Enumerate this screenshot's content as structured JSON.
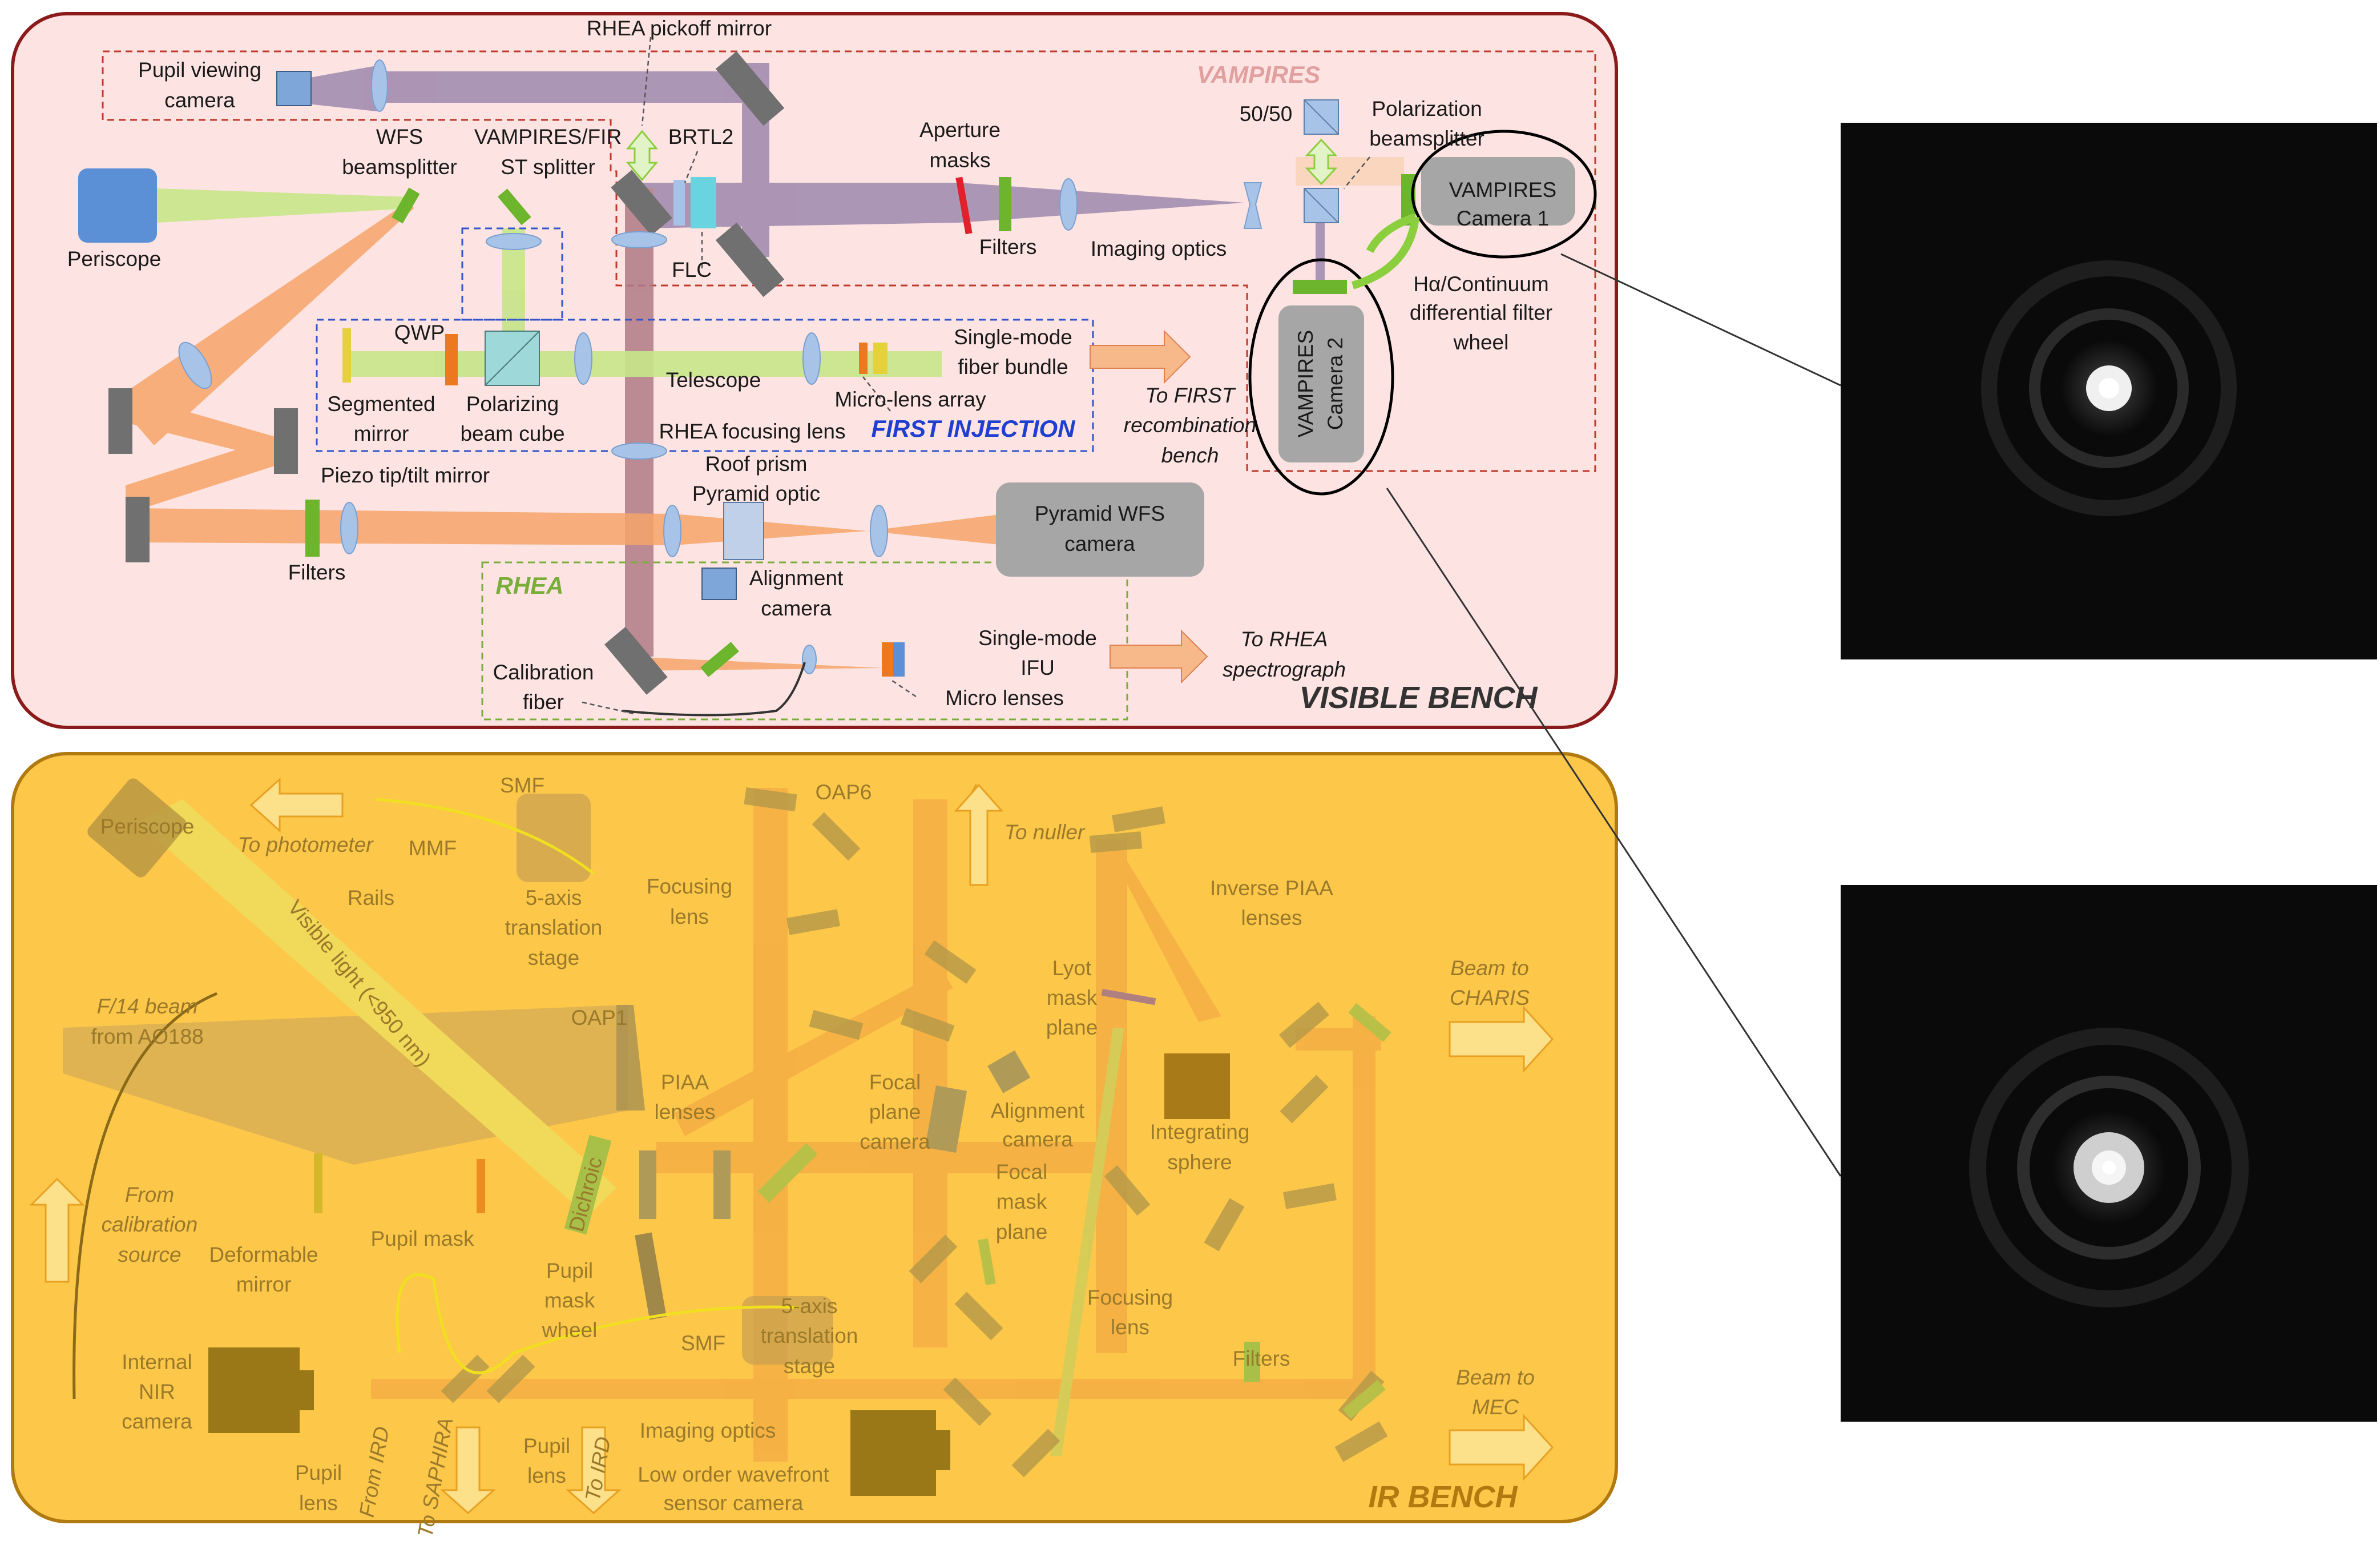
{
  "visible_bench": {
    "title": "VISIBLE BENCH",
    "sections": {
      "vampires": "VAMPIRES",
      "first_injection": "FIRST INJECTION",
      "rhea": "RHEA"
    },
    "labels": {
      "rhea_pickoff": "RHEA pickoff mirror",
      "pupil_cam_1": "Pupil viewing",
      "pupil_cam_2": "camera",
      "wfs_bs_1": "WFS",
      "wfs_bs_2": "beamsplitter",
      "vamp_fir_1": "VAMPIRES/FIR",
      "vamp_fir_2": "ST splitter",
      "brtl2": "BRTL2",
      "flc": "FLC",
      "aperture_1": "Aperture",
      "aperture_2": "masks",
      "filters_top": "Filters",
      "imaging_optics": "Imaging optics",
      "fifty": "50/50",
      "pol_bs_1": "Polarization",
      "pol_bs_2": "beamsplitter",
      "vcam1_1": "VAMPIRES",
      "vcam1_2": "Camera 1",
      "vcam2_1": "VAMPIRES",
      "vcam2_2": "Camera 2",
      "halpha_1": "Hα/Continuum",
      "halpha_2": "differential filter",
      "halpha_3": "wheel",
      "periscope": "Periscope",
      "qwp": "QWP",
      "seg_1": "Segmented",
      "seg_2": "mirror",
      "pbc_1": "Polarizing",
      "pbc_2": "beam cube",
      "telescope": "Telescope",
      "mla": "Micro-lens array",
      "smf_bundle_1": "Single-mode",
      "smf_bundle_2": "fiber bundle",
      "to_first_1": "To FIRST",
      "to_first_2": "recombination",
      "to_first_3": "bench",
      "rhea_focus": "RHEA focusing lens",
      "roof_1": "Roof prism",
      "roof_2": "Pyramid optic",
      "piezo": "Piezo tip/tilt mirror",
      "pwfs_1": "Pyramid WFS",
      "pwfs_2": "camera",
      "filters_left": "Filters",
      "align_1": "Alignment",
      "align_2": "camera",
      "calib_1": "Calibration",
      "calib_2": "fiber",
      "ifu_1": "Single-mode",
      "ifu_2": "IFU",
      "microlenses": "Micro lenses",
      "to_rhea_1": "To RHEA",
      "to_rhea_2": "spectrograph"
    }
  },
  "ir_bench": {
    "title": "IR BENCH",
    "labels": {
      "periscope": "Periscope",
      "to_photometer": "To photometer",
      "smf_top": "SMF",
      "mmf": "MMF",
      "rails": "Rails",
      "fivex_1": "5-axis",
      "fivex_2": "translation",
      "fivex_3": "stage",
      "focus_1": "Focusing",
      "focus_2": "lens",
      "oap6": "OAP6",
      "to_nuller": "To nuller",
      "inv_piaa_1": "Inverse PIAA",
      "inv_piaa_2": "lenses",
      "visible_light": "Visible light (<950 nm)",
      "f14_1": "F/14 beam",
      "f14_2": "from AO188",
      "oap1": "OAP1",
      "lyot_1": "Lyot",
      "lyot_2": "mask",
      "lyot_3": "plane",
      "charis_1": "Beam to",
      "charis_2": "CHARIS",
      "piaa_1": "PIAA",
      "piaa_2": "lenses",
      "fpc_1": "Focal",
      "fpc_2": "plane",
      "fpc_3": "camera",
      "align_1": "Alignment",
      "align_2": "camera",
      "integ_1": "Integrating",
      "integ_2": "sphere",
      "calsrc_1": "From",
      "calsrc_2": "calibration",
      "calsrc_3": "source",
      "dm_1": "Deformable",
      "dm_2": "mirror",
      "pupil_mask": "Pupil mask",
      "dichroic": "Dichroic",
      "fmp_1": "Focal",
      "fmp_2": "mask",
      "fmp_3": "plane",
      "pmw_1": "Pupil",
      "pmw_2": "mask",
      "pmw_3": "wheel",
      "focus2_1": "Focusing",
      "focus2_2": "lens",
      "smf_bottom": "SMF",
      "fivex2_1": "5-axis",
      "fivex2_2": "translation",
      "fivex2_3": "stage",
      "nir_1": "Internal",
      "nir_2": "NIR",
      "nir_3": "camera",
      "filters": "Filters",
      "mec_1": "Beam to",
      "mec_2": "MEC",
      "imaging_optics": "Imaging optics",
      "lowfs_1": "Low order wavefront",
      "lowfs_2": "sensor camera",
      "pupil_lens_1": "Pupil",
      "pupil_lens_2": "lens",
      "pupil_lens2_1": "Pupil",
      "pupil_lens2_2": "lens",
      "from_ird": "From IRD",
      "to_saphira": "To SAPHIRA",
      "to_ird": "To IRD"
    }
  },
  "colors": {
    "visible_bg": "#fde4e2",
    "visible_border": "#8b1a1a",
    "ir_bg": "#fdc74a",
    "ir_border": "#b07a10",
    "purple_beam": "#9e88ad",
    "orange_beam": "#f6a56a",
    "green_beam": "#c6e58a",
    "first_injection": "#1f3fd0",
    "rhea_green": "#7aae3b",
    "vampires_text": "#e0a0a0"
  }
}
